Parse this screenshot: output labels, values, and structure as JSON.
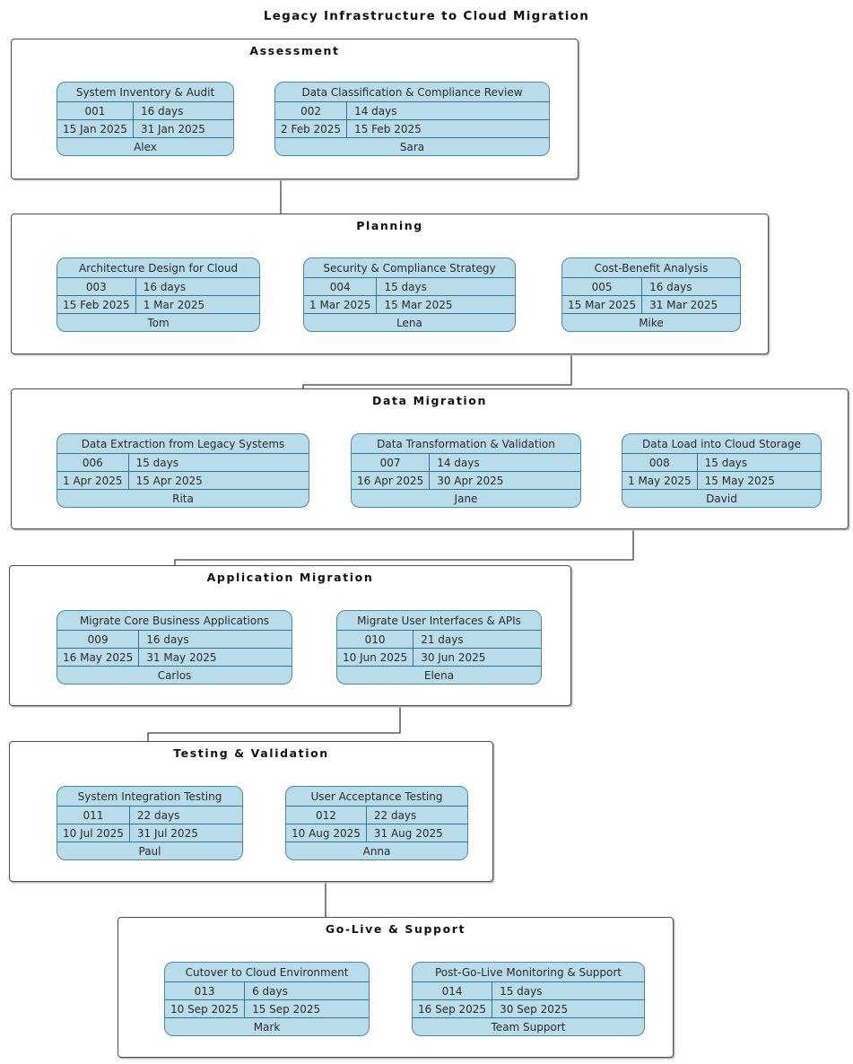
{
  "diagram": {
    "title": "Legacy Infrastructure to Cloud Migration",
    "colors": {
      "card_fill": "#b9dcea",
      "card_border": "#4a89a8",
      "card_divider": "#35748f",
      "section_border": "#4d4d4d",
      "connector": "#3f3f3f",
      "text": "#2b2b2b"
    },
    "sections": [
      {
        "name": "Assessment",
        "tasks": [
          {
            "title": "System Inventory & Audit",
            "id": "001",
            "duration": "16 days",
            "start": "15 Jan 2025",
            "end": "31 Jan 2025",
            "owner": "Alex"
          },
          {
            "title": "Data Classification & Compliance Review",
            "id": "002",
            "duration": "14 days",
            "start": "2 Feb 2025",
            "end": "15 Feb 2025",
            "owner": "Sara"
          }
        ]
      },
      {
        "name": "Planning",
        "tasks": [
          {
            "title": "Architecture Design for Cloud",
            "id": "003",
            "duration": "16 days",
            "start": "15 Feb 2025",
            "end": "1 Mar 2025",
            "owner": "Tom"
          },
          {
            "title": "Security & Compliance Strategy",
            "id": "004",
            "duration": "15 days",
            "start": "1 Mar 2025",
            "end": "15 Mar 2025",
            "owner": "Lena"
          },
          {
            "title": "Cost-Benefit Analysis",
            "id": "005",
            "duration": "16 days",
            "start": "15 Mar 2025",
            "end": "31 Mar 2025",
            "owner": "Mike"
          }
        ]
      },
      {
        "name": "Data Migration",
        "tasks": [
          {
            "title": "Data Extraction from Legacy Systems",
            "id": "006",
            "duration": "15 days",
            "start": "1 Apr 2025",
            "end": "15 Apr 2025",
            "owner": "Rita"
          },
          {
            "title": "Data Transformation & Validation",
            "id": "007",
            "duration": "14 days",
            "start": "16 Apr 2025",
            "end": "30 Apr 2025",
            "owner": "Jane"
          },
          {
            "title": "Data Load into Cloud Storage",
            "id": "008",
            "duration": "15 days",
            "start": "1 May 2025",
            "end": "15 May 2025",
            "owner": "David"
          }
        ]
      },
      {
        "name": "Application Migration",
        "tasks": [
          {
            "title": "Migrate Core Business Applications",
            "id": "009",
            "duration": "16 days",
            "start": "16 May 2025",
            "end": "31 May 2025",
            "owner": "Carlos"
          },
          {
            "title": "Migrate User Interfaces & APIs",
            "id": "010",
            "duration": "21 days",
            "start": "10 Jun 2025",
            "end": "30 Jun 2025",
            "owner": "Elena"
          }
        ]
      },
      {
        "name": "Testing & Validation",
        "tasks": [
          {
            "title": "System Integration Testing",
            "id": "011",
            "duration": "22 days",
            "start": "10 Jul 2025",
            "end": "31 Jul 2025",
            "owner": "Paul"
          },
          {
            "title": "User Acceptance Testing",
            "id": "012",
            "duration": "22 days",
            "start": "10 Aug 2025",
            "end": "31 Aug 2025",
            "owner": "Anna"
          }
        ]
      },
      {
        "name": "Go-Live & Support",
        "tasks": [
          {
            "title": "Cutover to Cloud Environment",
            "id": "013",
            "duration": "6 days",
            "start": "10 Sep 2025",
            "end": "15 Sep 2025",
            "owner": "Mark"
          },
          {
            "title": "Post-Go-Live Monitoring & Support",
            "id": "014",
            "duration": "15 days",
            "start": "16 Sep 2025",
            "end": "30 Sep 2025",
            "owner": "Team Support"
          }
        ]
      }
    ],
    "connections": [
      {
        "from": "001",
        "to": "002"
      },
      {
        "from": "002",
        "to": "003"
      },
      {
        "from": "003",
        "to": "004"
      },
      {
        "from": "004",
        "to": "005"
      },
      {
        "from": "005",
        "to": "006"
      },
      {
        "from": "006",
        "to": "007"
      },
      {
        "from": "007",
        "to": "008"
      },
      {
        "from": "008",
        "to": "009"
      },
      {
        "from": "009",
        "to": "010"
      },
      {
        "from": "010",
        "to": "011"
      },
      {
        "from": "011",
        "to": "012"
      },
      {
        "from": "012",
        "to": "013"
      },
      {
        "from": "013",
        "to": "014"
      }
    ]
  }
}
